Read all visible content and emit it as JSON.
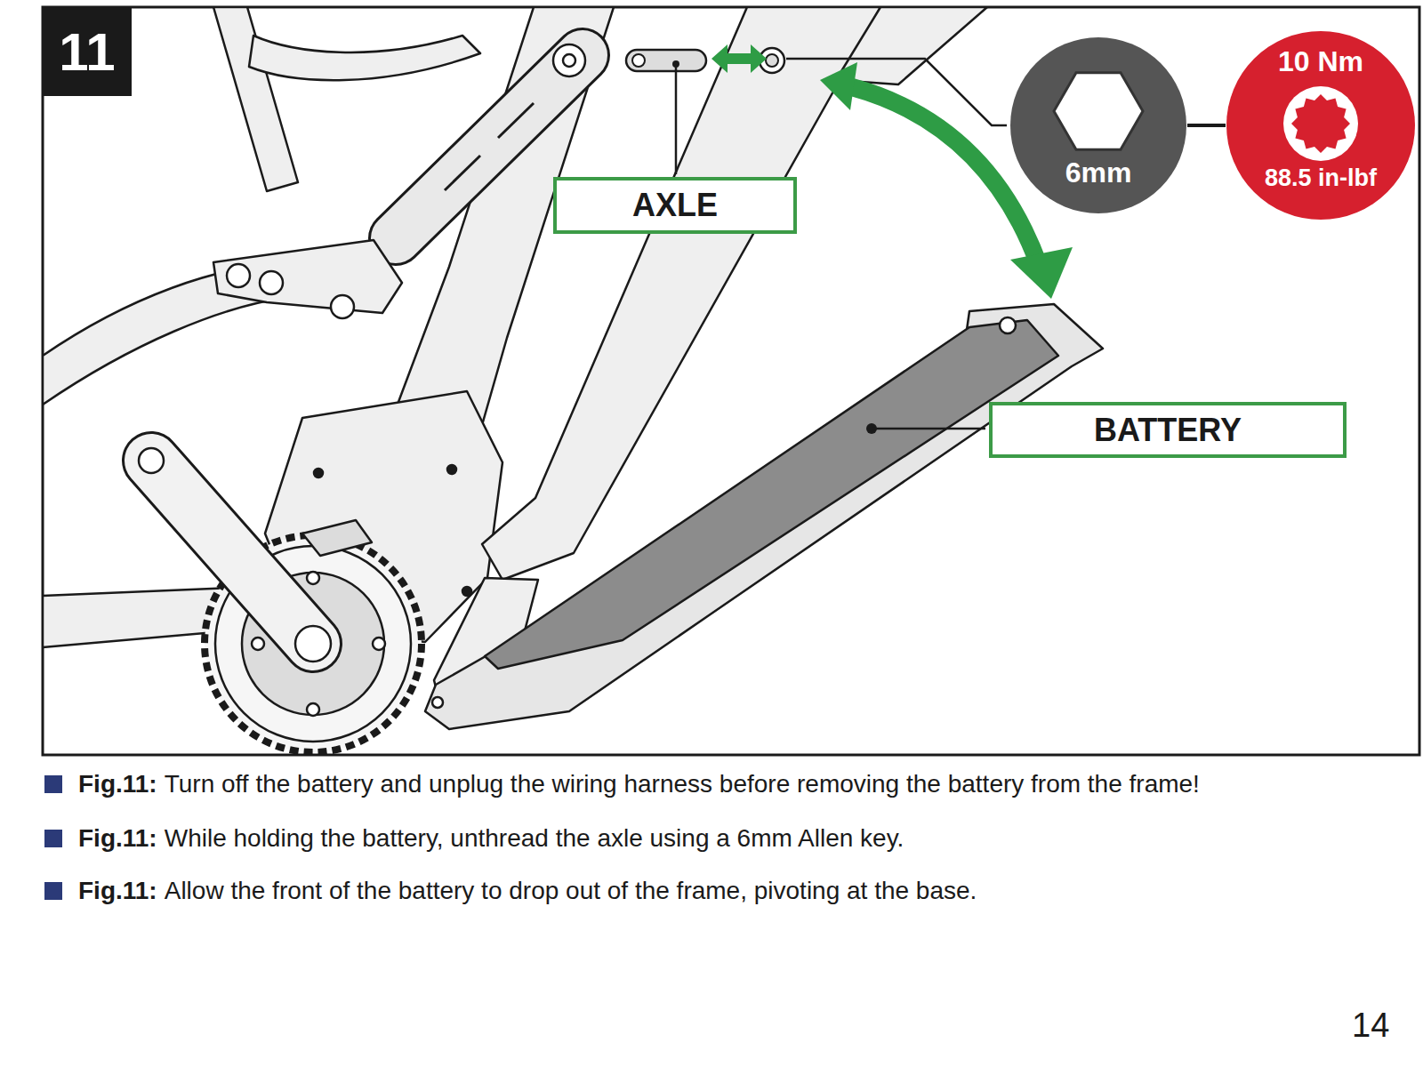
{
  "diagram": {
    "nodes": [
      {
        "text": [
          "6mm"
        ]
      },
      {
        "text": [
          "10 Nm",
          "88.5 in-lbf"
        ]
      },
      {
        "text": [
          "AXLE"
        ]
      },
      {
        "text": [
          "BATTERY"
        ]
      }
    ],
    "edges": [
      {
        "from": 0,
        "to": 1,
        "arrow": "none"
      }
    ],
    "labels": [
      "11",
      "Fig.11:",
      "Turn off the battery and unplug the wiring harness before removing the battery from the frame!",
      "Fig.11:",
      "While holding the battery, unthread the axle using a 6mm Allen key.",
      "Fig.11:",
      "Allow the front of the battery to drop out of the frame, pivoting at the base.",
      "14"
    ]
  }
}
